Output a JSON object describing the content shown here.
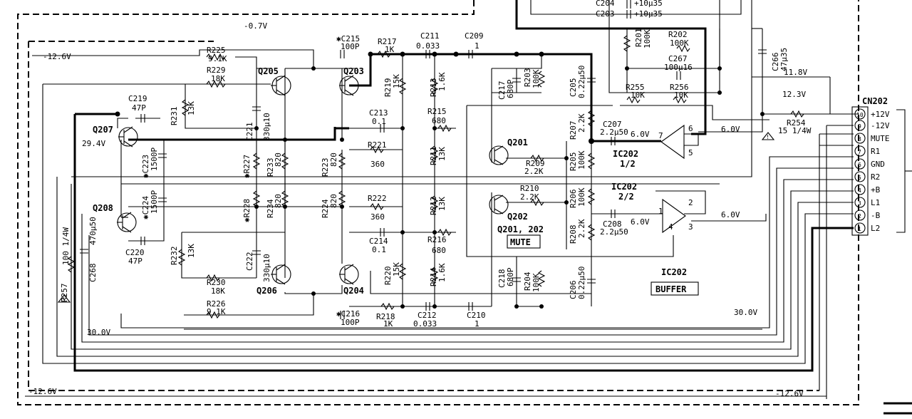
{
  "voltages": {
    "v_neg07": "-0.7V",
    "v_neg126_top": "-12.6V",
    "v_neg126_bl": "-12.6V",
    "v_neg126_br": "-12.6V",
    "v_294": "29.4V",
    "v_300_left": "30.0V",
    "v_300_right": "30.0V",
    "v_118": "11.8V",
    "v_123": "12.3V",
    "v_60_a": "6.0V",
    "v_60_b": "6.0V",
    "v_60_c": "6.0V",
    "v_60_d": "6.0V"
  },
  "transistors": {
    "q205": "Q205",
    "q203": "Q203",
    "q207": "Q207",
    "q208": "Q208",
    "q206": "Q206",
    "q204": "Q204",
    "q201": "Q201",
    "q202": "Q202",
    "q201_202": "Q201, 202"
  },
  "resistors": {
    "r225": "R225",
    "r225_v": "9.1K",
    "r229": "R229",
    "r229_v": "18K",
    "r231": "R231",
    "r231_v": "13K",
    "r227": "✱R227",
    "r233": "R233",
    "r233_v": "820",
    "r223": "R223",
    "r223_v": "820",
    "r228": "✱R228",
    "r234": "R234",
    "r234_v": "820",
    "r224": "R224",
    "r224_v": "820",
    "r232": "R232",
    "r232_v": "13K",
    "r230": "R230",
    "r230_v": "18K",
    "r226": "R226",
    "r226_v": "9.1K",
    "r217": "R217",
    "r217_v": "1K",
    "r218": "R218",
    "r218_v": "1K",
    "r219": "R219",
    "r219_v": "15K",
    "r220": "R220",
    "r220_v": "15K",
    "r221": "R221",
    "r221_v": "360",
    "r222": "R222",
    "r222_v": "360",
    "r213": "R213",
    "r213_v": "1.6K",
    "r214": "R214",
    "r214_v": "1.6K",
    "r215": "R215",
    "r215_v": "680",
    "r216": "R216",
    "r216_v": "680",
    "r211": "R211",
    "r211_v": "13K",
    "r212": "R212",
    "r212_v": "13K",
    "r203": "R203",
    "r203_v": "100K",
    "r204": "R204",
    "r204_v": "100K",
    "r209": "R209",
    "r209_v": "2.2K",
    "r210": "R210",
    "r210_v": "2.2K",
    "r207": "R207",
    "r207_v": "2.2K",
    "r208": "R208",
    "r208_v": "2.2K",
    "r205": "R205",
    "r205_v": "100K",
    "r206": "R206",
    "r206_v": "100K",
    "r201": "R201",
    "r201_v": "100K",
    "r202": "R202",
    "r202_v": "100K",
    "r255": "R255",
    "r255_v": "10K",
    "r256": "R256",
    "r256_v": "10K",
    "r254": "R254",
    "r254_v": "15 1/4W",
    "r257": "R257",
    "r257_v": "100 1/4W"
  },
  "capacitors": {
    "c215": "✱C215",
    "c215_v": "100P",
    "c216": "✱C216",
    "c216_v": "100P",
    "c211": "C211",
    "c211_v": "0.033",
    "c212": "C212",
    "c212_v": "0.033",
    "c209": "C209",
    "c209_v": "1",
    "c210": "C210",
    "c210_v": "1",
    "c219": "C219",
    "c219_v": "47P",
    "c220": "C220",
    "c220_v": "47P",
    "c221": "C221",
    "c221_v": "330µ10",
    "c222": "C222",
    "c222_v": "330µ10",
    "c223": "✱C223",
    "c223_v": "1500P",
    "c224": "✱C224",
    "c224_v": "1500P",
    "c213": "C213",
    "c213_v": "0.1",
    "c214": "C214",
    "c214_v": "0.1",
    "c217": "C217",
    "c217_v": "680P",
    "c218": "C218",
    "c218_v": "680P",
    "c205": "C205",
    "c205_v": "0.22µ50",
    "c206": "C206",
    "c206_v": "0.22µ50",
    "c207": "C207",
    "c207_v": "2.2µ50",
    "c208": "C208",
    "c208_v": "2.2µ50",
    "c204": "C204",
    "c204_v": "+10µ35",
    "c203": "C203",
    "c203_v": "+10µ35",
    "c267": "C267",
    "c267_v": "100µ16",
    "c266": "C266",
    "c266_v": "47µ35",
    "c268": "C268",
    "c268_v": "470µ50"
  },
  "ic": {
    "ic202_half1": "IC202",
    "ic202_half1_sub": "1/2",
    "ic202_half2": "IC202",
    "ic202_half2_sub": "2/2",
    "ic202_main": "IC202",
    "buffer_box": "BUFFER",
    "mute_box": "MUTE",
    "pin7": "7",
    "pin6": "6",
    "pin5": "5",
    "pin1": "1",
    "pin2": "2",
    "pin3": "3",
    "pin4": "4"
  },
  "connector": {
    "title": "CN202",
    "pins": [
      {
        "num": "10",
        "label": "+12V"
      },
      {
        "num": "9",
        "label": "-12V"
      },
      {
        "num": "8",
        "label": "MUTE"
      },
      {
        "num": "7",
        "label": "R1"
      },
      {
        "num": "6",
        "label": "GND"
      },
      {
        "num": "5",
        "label": "R2"
      },
      {
        "num": "4",
        "label": "+B"
      },
      {
        "num": "3",
        "label": "L1"
      },
      {
        "num": "2",
        "label": "-B"
      },
      {
        "num": "1",
        "label": "L2"
      }
    ]
  }
}
